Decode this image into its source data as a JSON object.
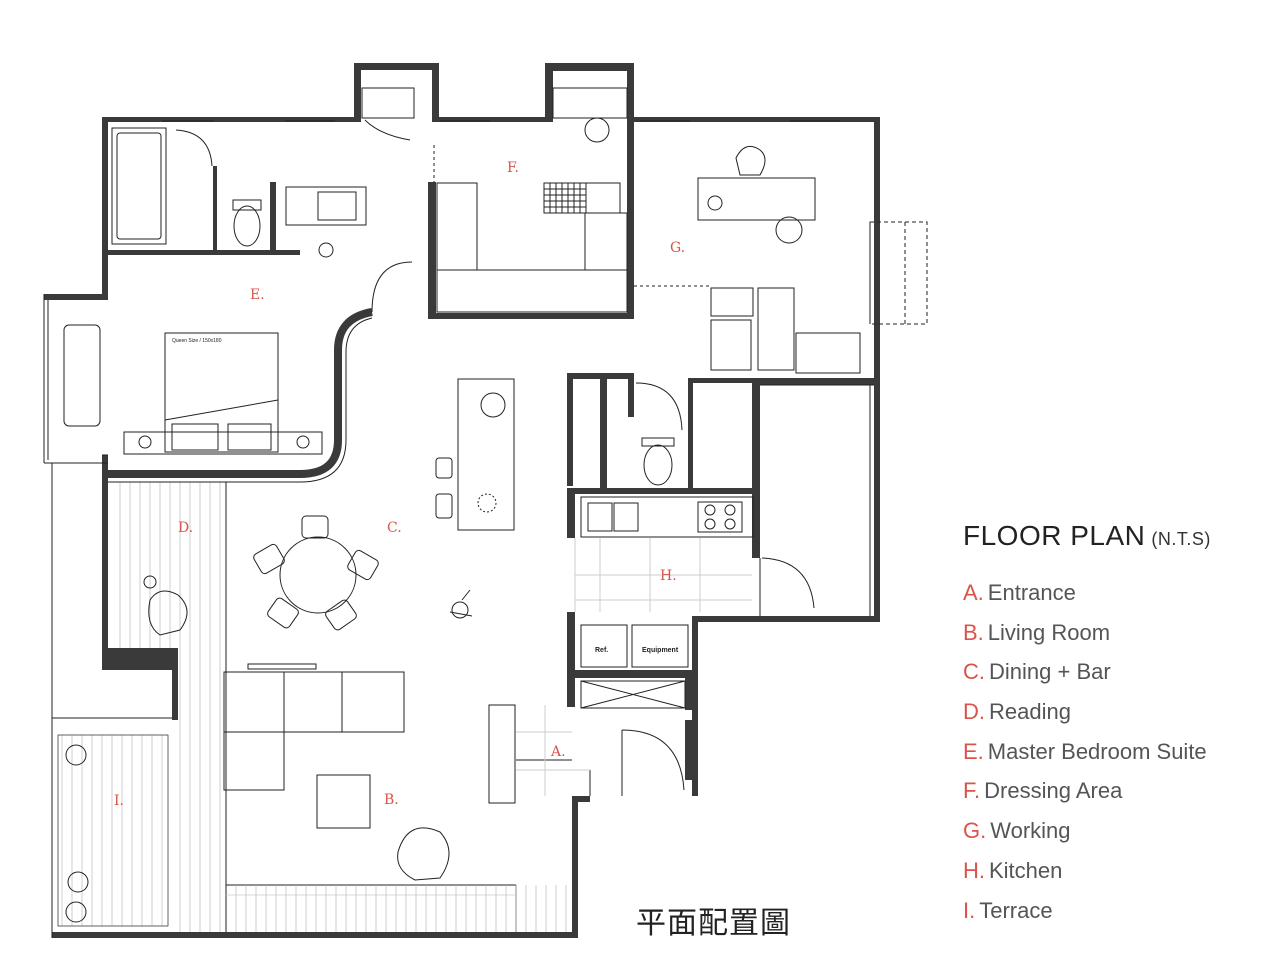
{
  "legend": {
    "title": "FLOOR PLAN",
    "scale_note": "(N.T.S)",
    "items": [
      {
        "letter": "A.",
        "name": "Entrance"
      },
      {
        "letter": "B.",
        "name": "Living Room"
      },
      {
        "letter": "C.",
        "name": "Dining + Bar"
      },
      {
        "letter": "D.",
        "name": "Reading"
      },
      {
        "letter": "E.",
        "name": "Master Bedroom Suite"
      },
      {
        "letter": "F.",
        "name": "Dressing Area"
      },
      {
        "letter": "G.",
        "name": "Working"
      },
      {
        "letter": "H.",
        "name": "Kitchen"
      },
      {
        "letter": "I.",
        "name": "Terrace"
      }
    ]
  },
  "plan": {
    "room_labels": {
      "a": "A.",
      "b": "B.",
      "c": "C.",
      "d": "D.",
      "e": "E.",
      "f": "F.",
      "g": "G.",
      "h": "H.",
      "i": "I."
    },
    "bed_label": "Queen Size / 150x180",
    "fridge_label": "Ref.",
    "equipment_label": "Equipment"
  },
  "chinese_title": "平面配置圖",
  "colors": {
    "wall": "#3a3a3a",
    "label_red": "#d9544a",
    "line": "#222222"
  }
}
